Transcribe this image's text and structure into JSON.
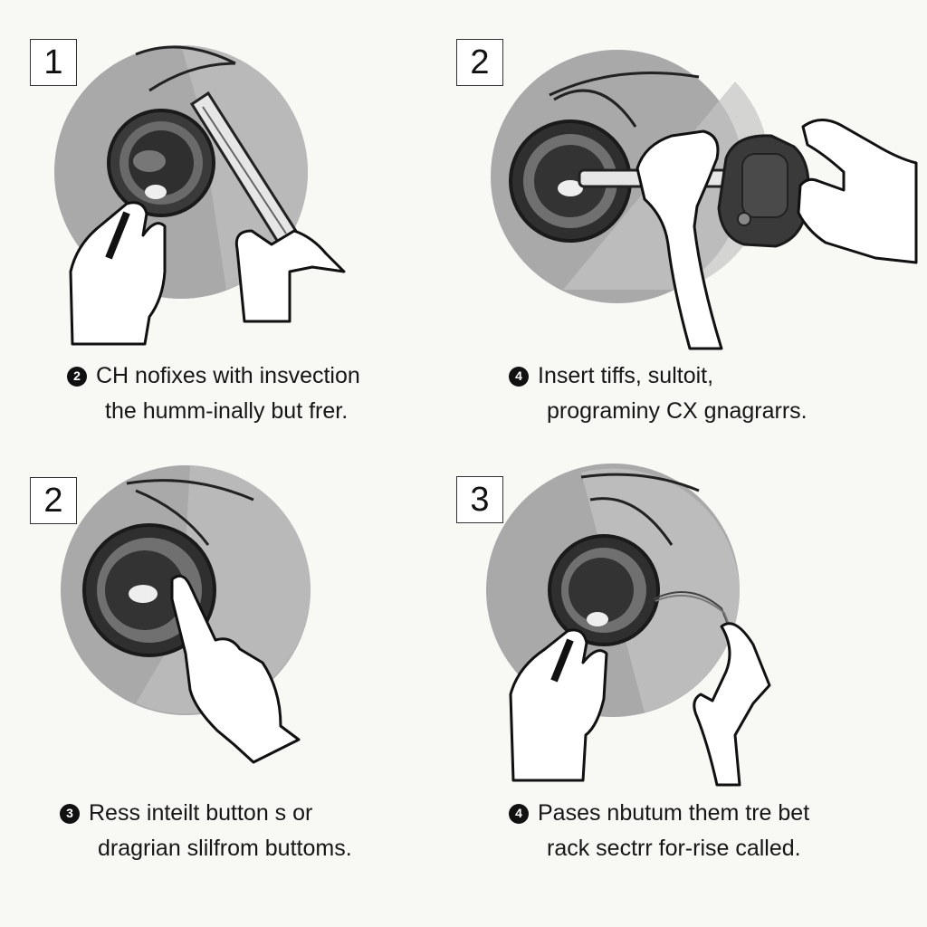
{
  "panels": [
    {
      "number": "1",
      "step_marker": "2",
      "caption_line1": "CH nofixes with insvection",
      "caption_line2": "the humm-inally but frer."
    },
    {
      "number": "2",
      "step_marker": "4",
      "caption_line1": "Insert tiffs, sultoit,",
      "caption_line2": "programiny CX gnagrarrs."
    },
    {
      "number": "2",
      "step_marker": "3",
      "caption_line1": "Ress inteilt button s or",
      "caption_line2": "dragrian slilfrom buttoms."
    },
    {
      "number": "3",
      "step_marker": "4",
      "caption_line1": "Pases nbutum them tre bet",
      "caption_line2": "rack sectrr for-rise called."
    }
  ],
  "colors": {
    "circle_fill": "#a9a9a9",
    "circle_light": "#c4c4c4",
    "ring_dark": "#2a2a2a",
    "key_fob": "#3a3a3a",
    "background": "#f8f8f5"
  },
  "icons": {
    "panel1": [
      "pry-tool-icon",
      "hand-icon",
      "ignition-ring-icon"
    ],
    "panel2": [
      "key-fob-icon",
      "hand-icon",
      "ignition-ring-icon"
    ],
    "panel3": [
      "pointing-finger-icon",
      "ignition-ring-icon"
    ],
    "panel4": [
      "wire-icon",
      "hand-icon",
      "ignition-ring-icon"
    ]
  }
}
